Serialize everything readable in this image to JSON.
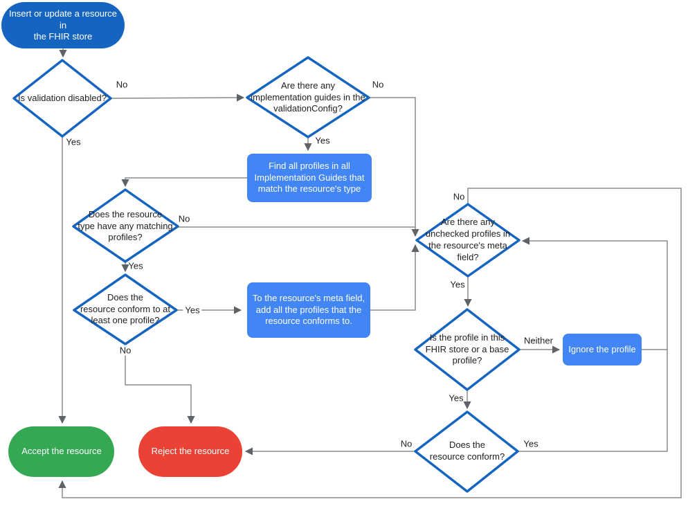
{
  "colors": {
    "start_blue": "#1565C0",
    "diamond_blue": "#1565C0",
    "process_blue": "#4285F4",
    "accept_green": "#34A853",
    "reject_red": "#EA4335",
    "connector_gray": "#8a8a8a"
  },
  "nodes": {
    "start": "Insert or update a resource in\nthe FHIR store",
    "validation_disabled": "Is validation disabled?",
    "implementation_guides": "Are there any\nimplementation guides in the\nvalidationConfig?",
    "find_profiles": "Find all profiles in all\nImplementation Guides that\nmatch the resource's type",
    "matching_profiles": "Does the resource\ntype have any matching\nprofiles?",
    "conform_one": "Does the\nresource conform to at\nleast one profile?",
    "add_profiles": "To the resource's meta field,\nadd all the profiles that the\nresource conforms to.",
    "unchecked_profiles": "Are there any\nunchecked profiles in\nthe resource's meta\nfield?",
    "profile_in_store": "Is the profile in this\nFHIR store or a base\nprofile?",
    "ignore_profile": "Ignore the profile",
    "resource_conform": "Does the\nresource conform?",
    "accept": "Accept the resource",
    "reject": "Reject the resource"
  },
  "edge_labels": {
    "validation_no": "No",
    "validation_yes": "Yes",
    "ig_no": "No",
    "ig_yes": "Yes",
    "matching_no": "No",
    "matching_yes": "Yes",
    "conform_one_yes": "Yes",
    "conform_one_no": "No",
    "unchecked_no": "No",
    "unchecked_yes": "Yes",
    "profile_store_neither": "Neither",
    "profile_store_yes": "Yes",
    "resource_conform_yes": "Yes",
    "resource_conform_no": "No"
  }
}
